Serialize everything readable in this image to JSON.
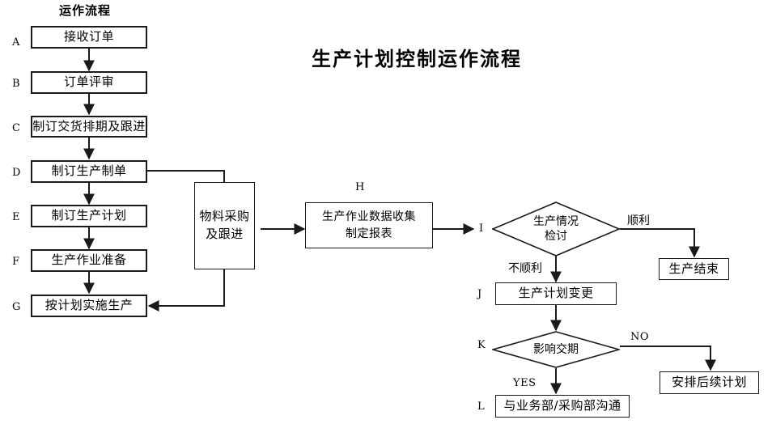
{
  "page": {
    "title": "生产计划控制运作流程",
    "column_header": "运作流程"
  },
  "process_nodes": [
    {
      "key": "A",
      "label": "接收订单"
    },
    {
      "key": "B",
      "label": "订单评审"
    },
    {
      "key": "C",
      "label": "制订交货排期及跟进"
    },
    {
      "key": "D",
      "label": "制订生产制单"
    },
    {
      "key": "E",
      "label": "制订生产计划"
    },
    {
      "key": "F",
      "label": "生产作业准备"
    },
    {
      "key": "G",
      "label": "按计划实施生产"
    }
  ],
  "side_node": {
    "line1": "物料采购",
    "line2": "及跟进"
  },
  "data_node": {
    "key": "H",
    "line1": "生产作业数据收集",
    "line2": "制定报表"
  },
  "decision_i": {
    "key": "I",
    "line1": "生产情况",
    "line2": "检讨",
    "yes_branch": "顺利",
    "no_branch": "不顺利"
  },
  "end_node": {
    "label": "生产结束"
  },
  "change_node": {
    "key": "J",
    "label": "生产计划变更"
  },
  "decision_k": {
    "key": "K",
    "label": "影响交期",
    "yes_branch": "YES",
    "no_branch": "NO"
  },
  "followup_node": {
    "label": "安排后续计划"
  },
  "communicate_node": {
    "key": "L",
    "label": "与业务部/采购部沟通"
  },
  "colors": {
    "stroke": "#1a1a1a",
    "background": "#ffffff",
    "text": "#000000"
  }
}
